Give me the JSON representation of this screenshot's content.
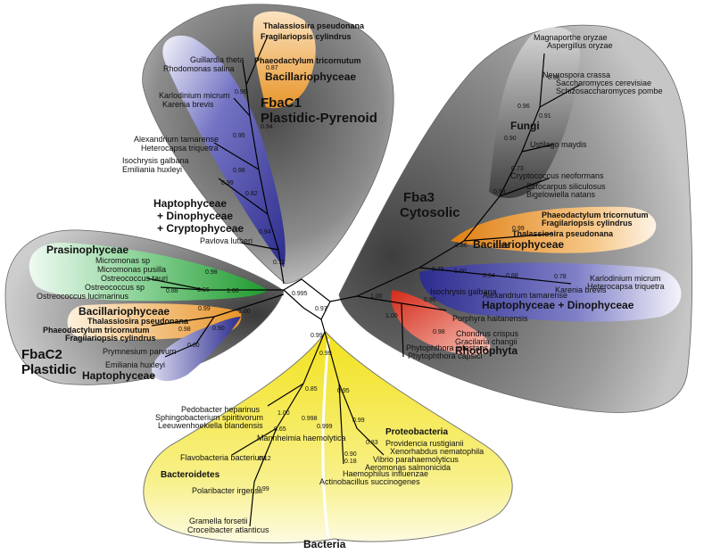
{
  "colors": {
    "gray_dark": "#5a5a5a",
    "gray_mid": "#8a8a8a",
    "purple": "#3b3b9c",
    "orange": "#e8952a",
    "green": "#2aa33a",
    "yellow": "#f4ea3c",
    "red": "#d9301e"
  },
  "groups": {
    "fbac1": "FbaC1",
    "fbac1_sub": "Plastidic-Pyrenoid",
    "fbac2": "FbaC2",
    "fbac2_sub": "Plastidic",
    "fba3": "Fba3",
    "fba3_sub": "Cytosolic",
    "bacillario_top": "Bacillariophyceae",
    "hapto_dino_crypto_1": "Haptophyceae",
    "hapto_dino_crypto_2": "+ Dinophyceae",
    "hapto_dino_crypto_3": "+ Cryptophyceae",
    "prasino": "Prasinophyceae",
    "bacillario_left": "Bacillariophyceae",
    "hapto_left": "Haptophyceae",
    "fungi": "Fungi",
    "bacillario_right": "Bacillariophyceae",
    "hapto_dino_right": "Haptophyceae + Dinophyceae",
    "rhodophyta": "Rhodophyta",
    "bacteroidetes": "Bacteroidetes",
    "proteobacteria": "Proteobacteria",
    "bacteria": "Bacteria"
  },
  "taxa": {
    "t_thal1": "Thalassiosira pseudonana",
    "t_frag1": "Fragilariopsis cylindrus",
    "t_guil": "Guillardia theta",
    "t_rhodo": "Rhodomonas salina",
    "t_phae1": "Phaeodactylum tricornutum",
    "t_karl1": "Karlodinium micrum",
    "t_kare1": "Karenia brevis",
    "t_alex1": "Alexandrium tamarense",
    "t_hete1": "Heterocapsa triquetra",
    "t_isoc1": "Isochrysis galbana",
    "t_emil1": "Emiliania huxleyi",
    "t_pavl": "Pavlova lutheri",
    "t_micr1": "Micromonas sp",
    "t_micr2": "Micromonas pusilla",
    "t_ostt": "Ostreococcus tauri",
    "t_osts": "Ostreococcus sp",
    "t_ostl": "Ostreococcus lucimarinus",
    "t_thal2": "Thalassiosira pseudonana",
    "t_phae2": "Phaeodactylum tricornutum",
    "t_frag2": "Fragilariopsis cylindrus",
    "t_prym": "Prymnesium parvum",
    "t_emil2": "Emiliania huxleyi",
    "t_magn": "Magnaporthe oryzae",
    "t_aspe": "Aspergillus oryzae",
    "t_neur": "Neurospora crassa",
    "t_sacc": "Saccharomyces cerevisiae",
    "t_schi": "Schizosaccharomyces pombe",
    "t_usti": "Ustilago maydis",
    "t_cryp": "Cryptococcus neoformans",
    "t_ecto": "Ectocarpus siliculosus",
    "t_bige": "Bigelowiella natans",
    "t_phae3": "Phaeodactylum tricornutum",
    "t_frag3": "Fragilariopsis cylindrus",
    "t_thal3": "Thalassiosira pseudonana",
    "t_karl2": "Karlodinium micrum",
    "t_hete2": "Heterocapsa triquetra",
    "t_kare2": "Karenia brevis",
    "t_alex2": "Alexandrium tamarense",
    "t_isoc2": "Isochrysis galbana",
    "t_porp": "Porphyra haitanensis",
    "t_chon": "Chondrus crispus",
    "t_grac": "Gracilaria changii",
    "t_phyi": "Phytophthora infestans",
    "t_phyc": "Phytophthora capsici",
    "t_pedo": "Pedobacter heparinus",
    "t_sphi": "Sphingobacterium spiritivorum",
    "t_leeu": "Leeuwenhoekiella blandensis",
    "t_mann": "Mannheimia haemolytica",
    "t_flav": "Flavobacteria bacterium",
    "t_pola": "Polaribacter irgensii",
    "t_gram": "Gramella forsetii",
    "t_croc": "Croceibacter atlanticus",
    "t_prov": "Providencia rustigianii",
    "t_xeno": "Xenorhabdus nematophila",
    "t_vibr": "Vibrio parahaemolyticus",
    "t_aero": "Aeromonas salmonicida",
    "t_haem": "Haemophilus influenzae",
    "t_acti": "Actinobacillus succinogenes"
  },
  "support": {
    "s_087": "0.87",
    "s_096a": "0.96",
    "s_094a": "0.94",
    "s_095a": "0.95",
    "s_098a": "0.98",
    "s_099a": "0.99",
    "s_082": "0.82",
    "s_094b": "0.94",
    "s_072": "0.72",
    "s_0995": "0.995",
    "s_097": "0.97",
    "s_099b": "0.99",
    "s_098b": "0.98",
    "s_088": "0.88",
    "s_096b": "0.96",
    "s_100a": "1.00",
    "s_099c": "0.99",
    "s_100b": "1.00",
    "s_098c": "0.98",
    "s_090": "0.90",
    "s_080": "0.80",
    "s_068": "0.68",
    "s_096c": "0.96",
    "s_091": "0.91",
    "s_090b": "0.90",
    "s_073": "0.73",
    "s_093": "0.93",
    "s_099d": "0.99",
    "s_086": "0.86",
    "s_0999a": "0.999",
    "s_075": "0.75",
    "s_100c": "1.00",
    "s_094c": "0.94",
    "s_088b": "0.88",
    "s_078": "0.78",
    "s_100d": "1.00",
    "s_096d": "0.96",
    "s_100e": "1.00",
    "s_098d": "0.98",
    "s_099e": "0.99",
    "s_085": "0.85",
    "s_095b": "0.95",
    "s_100f": "1.00",
    "s_0998": "0.998",
    "s_065": "0.65",
    "s_0999b": "0.999",
    "s_099f": "0.99",
    "s_083": "0.83",
    "s_090c": "0.90",
    "s_018": "0.18",
    "s_012": "0.12",
    "s_099g": "0.99"
  }
}
